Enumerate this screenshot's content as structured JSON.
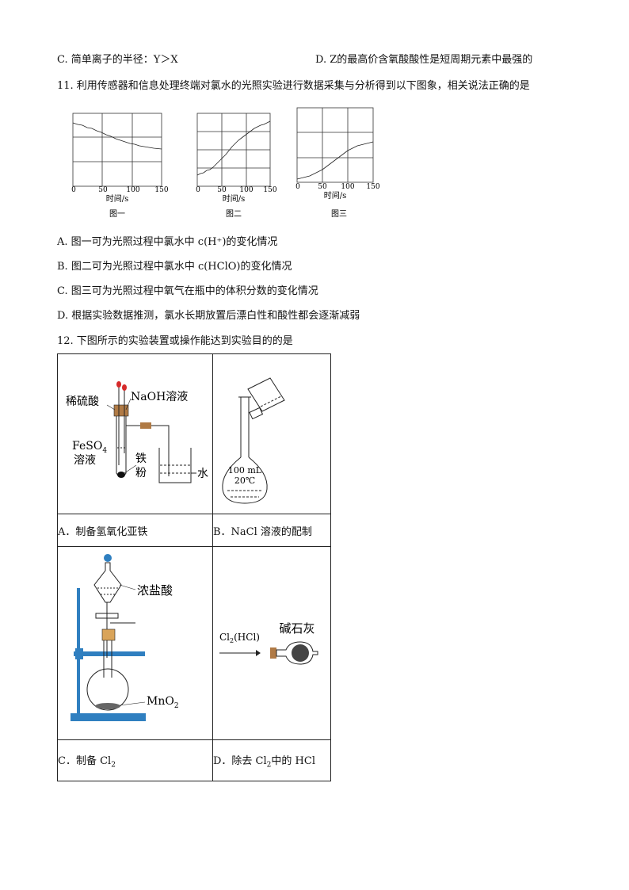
{
  "q10": {
    "optC": "C. 简单离子的半径：Y＞X",
    "optD": "D. Z的最高价含氧酸酸性是短周期元素中最强的"
  },
  "q11": {
    "stem": "11. 利用传感器和信息处理终端对氯水的光照实验进行数据采集与分析得到以下图象，相关说法正确的是",
    "figures": [
      {
        "caption": "图一",
        "xlabel": "时间/s",
        "ticks": [
          "0",
          "50",
          "100",
          "150"
        ]
      },
      {
        "caption": "图二",
        "xlabel": "时间/s",
        "ticks": [
          "0",
          "50",
          "100",
          "150"
        ]
      },
      {
        "caption": "图三",
        "xlabel": "时间/s",
        "ticks": [
          "0",
          "50",
          "100",
          "150"
        ]
      }
    ],
    "options": [
      "A. 图一可为光照过程中氯水中 c(H⁺)的变化情况",
      "B. 图二可为光照过程中氯水中 c(HClO)的变化情况",
      "C. 图三可为光照过程中氧气在瓶中的体积分数的变化情况",
      "D. 根据实验数据推测，氯水长期放置后漂白性和酸性都会逐渐减弱"
    ]
  },
  "q12": {
    "stem": "12. 下图所示的实验装置或操作能达到实验目的的是",
    "A": {
      "label": "A．制备氢氧化亚铁",
      "acid": "稀硫酸",
      "naoh": "NaOH溶液",
      "feso4": "FeSO",
      "feso4_sub": "4",
      "solution": "溶液",
      "iron1": "铁",
      "iron2": "粉",
      "water": "水"
    },
    "B": {
      "label": "B．NaCl 溶液的配制",
      "vol": "100 mL",
      "temp": "20℃"
    },
    "C": {
      "label_pre": "C．制备 Cl",
      "label_sub": "2",
      "hcl": "浓盐酸",
      "mno2": "MnO",
      "mno2_sub": "2"
    },
    "D": {
      "label_pre": "D．除去 Cl",
      "label_sub": "2",
      "label_post": "中的 HCl",
      "gas_pre": "Cl",
      "gas_sub": "2",
      "gas_post": "(HCl)",
      "lime": "碱石灰"
    }
  }
}
